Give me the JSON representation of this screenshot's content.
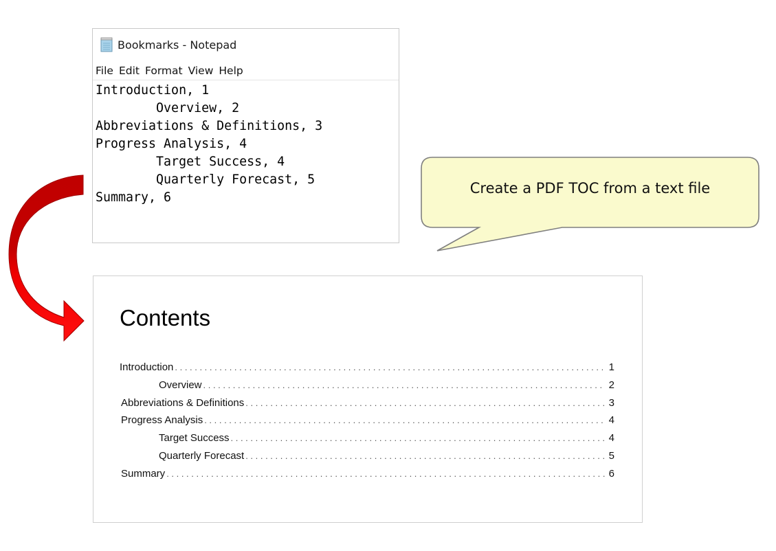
{
  "notepad": {
    "title": "Bookmarks - Notepad",
    "icon": "notepad-icon",
    "menu": [
      "File",
      "Edit",
      "Format",
      "View",
      "Help"
    ],
    "lines": [
      "Introduction, 1",
      "        Overview, 2",
      "Abbreviations & Definitions, 3",
      "Progress Analysis, 4",
      "        Target Success, 4",
      "        Quarterly Forecast, 5",
      "Summary, 6"
    ]
  },
  "callout": {
    "text": "Create a PDF TOC from a text file",
    "fill": "#fafacd",
    "border": "#7f7f7f"
  },
  "arrow": {
    "icon": "curved-arrow-icon",
    "color": "#e00000"
  },
  "pdf": {
    "title": "Contents",
    "entries": [
      {
        "label": "Introduction",
        "page": "1",
        "level": 0
      },
      {
        "label": "Overview",
        "page": "2",
        "level": 2
      },
      {
        "label": "Abbreviations & Definitions",
        "page": "3",
        "level": 1
      },
      {
        "label": "Progress Analysis",
        "page": "4",
        "level": 1
      },
      {
        "label": "Target Success",
        "page": "4",
        "level": 2
      },
      {
        "label": "Quarterly Forecast",
        "page": "5",
        "level": 2
      },
      {
        "label": "Summary",
        "page": "6",
        "level": 1
      }
    ]
  }
}
